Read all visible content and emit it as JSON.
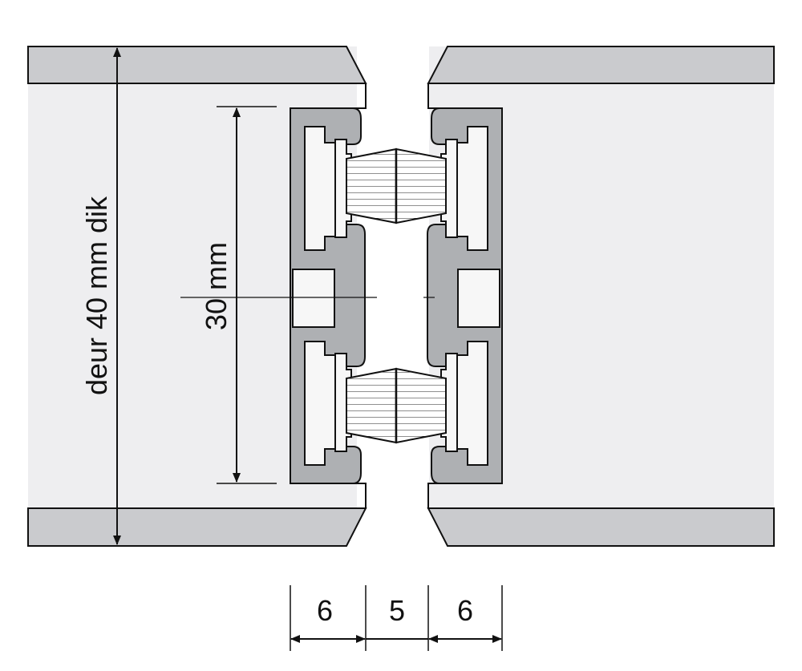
{
  "labels": {
    "door_thickness": "deur 40 mm dik",
    "seal_height": "30 mm",
    "gap_left": "6",
    "gap_middle": "5",
    "gap_right": "6"
  },
  "colors": {
    "door_panel": "#eeeef0",
    "door_edge_band": "#cacbce",
    "profile_gray": "#aeb0b3",
    "insert_white": "#f7f7f7",
    "line": "#111111"
  }
}
